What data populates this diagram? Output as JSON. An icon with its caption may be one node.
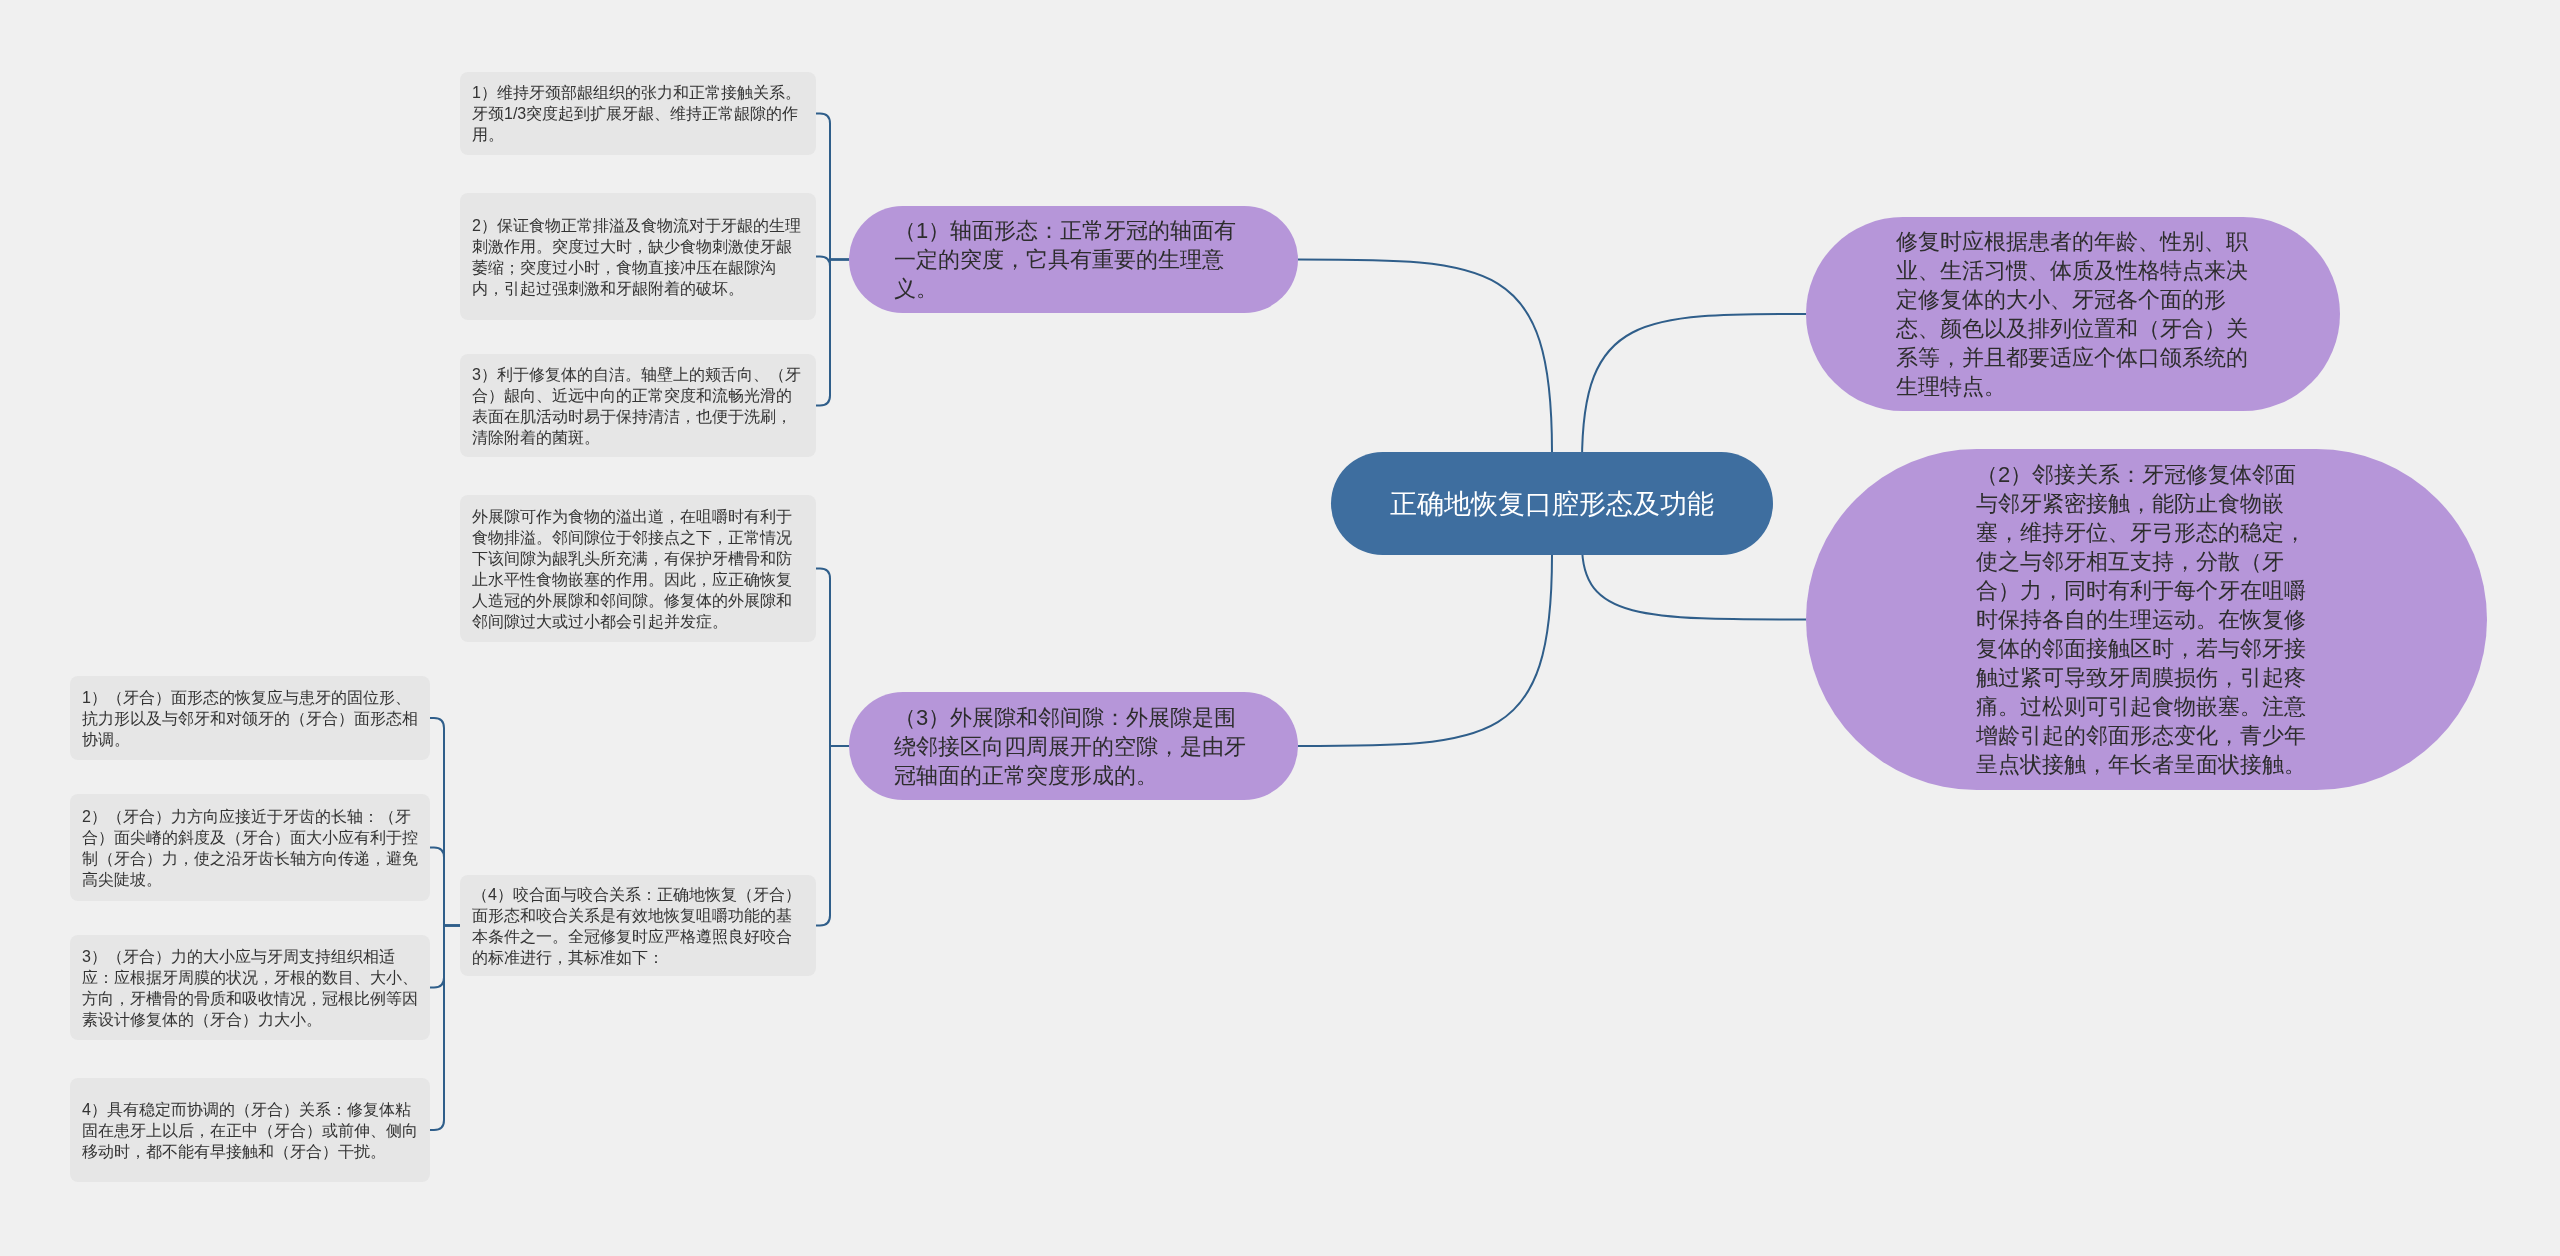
{
  "diagram": {
    "nodes": [
      {
        "text": [
          "正确地恢复口腔形态及功能"
        ]
      },
      {
        "text": [
          "（1）轴面形态：正常牙冠的轴面有一定的突度，它具有重要的生理意义。"
        ]
      },
      {
        "text": [
          "1）维持牙颈部龈组织的张力和正常接触关系。牙颈1/3突度起到扩展牙龈、维持正常龈隙的作用。"
        ]
      },
      {
        "text": [
          "2）保证食物正常排溢及食物流对于牙龈的生理刺激作用。突度过大时，缺少食物刺激使牙龈萎缩；突度过小时，食物直接冲压在龈隙沟内，引起过强刺激和牙龈附着的破坏。"
        ]
      },
      {
        "text": [
          "3）利于修复体的自洁。轴壁上的颊舌向、（牙合）龈向、近远中向的正常突度和流畅光滑的表面在肌活动时易于保持清洁，也便于洗刷，清除附着的菌斑。"
        ]
      },
      {
        "text": [
          "（3）外展隙和邻间隙：外展隙是围绕邻接区向四周展开的空隙，是由牙冠轴面的正常突度形成的。"
        ]
      },
      {
        "text": [
          "外展隙可作为食物的溢出道，在咀嚼时有利于食物排溢。邻间隙位于邻接点之下，正常情况下该间隙为龈乳头所充满，有保护牙槽骨和防止水平性食物嵌塞的作用。因此，应正确恢复人造冠的外展隙和邻间隙。修复体的外展隙和邻间隙过大或过小都会引起并发症。"
        ]
      },
      {
        "text": [
          "（4）咬合面与咬合关系：正确地恢复（牙合）面形态和咬合关系是有效地恢复咀嚼功能的基本条件之一。全冠修复时应严格遵照良好咬合的标准进行，其标准如下："
        ]
      },
      {
        "text": [
          "1）（牙合）面形态的恢复应与患牙的固位形、抗力形以及与邻牙和对颌牙的（牙合）面形态相协调。"
        ]
      },
      {
        "text": [
          "2）（牙合）力方向应接近于牙齿的长轴：（牙合）面尖嵴的斜度及（牙合）面大小应有利于控制（牙合）力，使之沿牙齿长轴方向传递，避免高尖陡坡。"
        ]
      },
      {
        "text": [
          "3）（牙合）力的大小应与牙周支持组织相适应：应根据牙周膜的状况，牙根的数目、大小、方向，牙槽骨的骨质和吸收情况，冠根比例等因素设计修复体的（牙合）力大小。"
        ]
      },
      {
        "text": [
          "4）具有稳定而协调的（牙合）关系：修复体粘固在患牙上以后，在正中（牙合）或前伸、侧向移动时，都不能有早接触和（牙合）干扰。"
        ]
      },
      {
        "text": [
          "修复时应根据患者的年龄、性别、职业、生活习惯、体质及性格特点来决定修复体的大小、牙冠各个面的形态、颜色以及排列位置和（牙合）关系等，并且都要适应个体口颌系统的生理特点。"
        ]
      },
      {
        "text": [
          "（2）邻接关系：牙冠修复体邻面与邻牙紧密接触，能防止食物嵌塞，维持牙位、牙弓形态的稳定，使之与邻牙相互支持，分散（牙合）力，同时有利于每个牙在咀嚼时保持各自的生理运动。在恢复修复体的邻面接触区时，若与邻牙接触过紧可导致牙周膜损伤，引起疼痛。过松则可引起食物嵌塞。注意增龄引起的邻面形态变化，青少年呈点状接触，年长者呈面状接触。"
        ]
      }
    ],
    "edges": [
      {
        "from": 0,
        "to": 1,
        "arrow": "none"
      },
      {
        "from": 1,
        "to": 2,
        "arrow": "none"
      },
      {
        "from": 1,
        "to": 3,
        "arrow": "none"
      },
      {
        "from": 1,
        "to": 4,
        "arrow": "none"
      },
      {
        "from": 0,
        "to": 5,
        "arrow": "none"
      },
      {
        "from": 5,
        "to": 6,
        "arrow": "none"
      },
      {
        "from": 5,
        "to": 7,
        "arrow": "none"
      },
      {
        "from": 7,
        "to": 8,
        "arrow": "none"
      },
      {
        "from": 7,
        "to": 9,
        "arrow": "none"
      },
      {
        "from": 7,
        "to": 10,
        "arrow": "none"
      },
      {
        "from": 7,
        "to": 11,
        "arrow": "none"
      },
      {
        "from": 0,
        "to": 12,
        "arrow": "none"
      },
      {
        "from": 0,
        "to": 13,
        "arrow": "none"
      }
    ]
  }
}
